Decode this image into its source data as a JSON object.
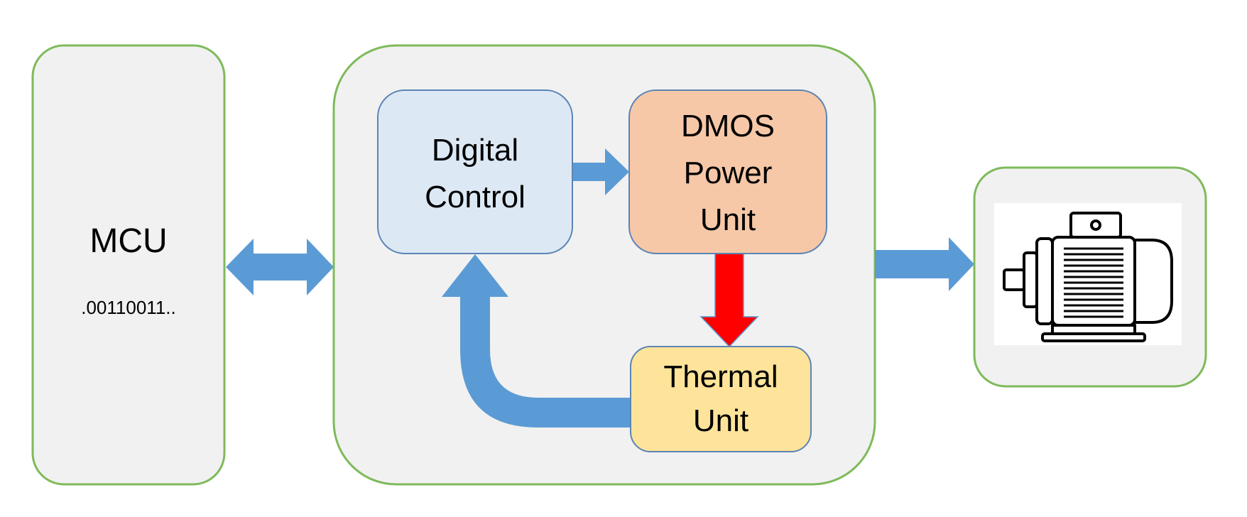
{
  "mcu": {
    "title": "MCU",
    "data_stream": ".00110011.."
  },
  "driver": {
    "digital_control": {
      "line1": "Digital",
      "line2": "Control"
    },
    "dmos": {
      "line1": "DMOS",
      "line2": "Power",
      "line3": "Unit"
    },
    "thermal": {
      "line1": "Thermal",
      "line2": "Unit"
    }
  },
  "output": {
    "device_icon": "electric-motor-icon"
  },
  "colors": {
    "block_border": "#7fba5a",
    "block_fill": "#f1f1f1",
    "digital_control_fill": "#dde8f5",
    "dmos_fill": "#f6c8a8",
    "thermal_fill": "#fde49a",
    "inner_border": "#5b84b5",
    "arrow_blue": "#5b9bd5",
    "arrow_red": "#ff0000"
  }
}
